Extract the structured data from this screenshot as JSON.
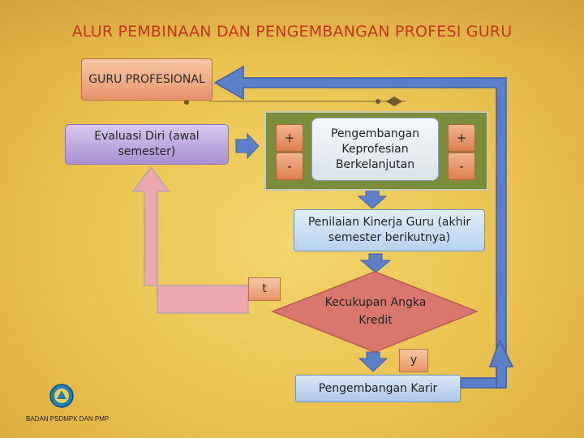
{
  "title": "ALUR PEMBINAAN DAN PENGEMBANGAN PROFESI GURU",
  "nodes": {
    "guru_profesional": "GURU PROFESIONAL",
    "evaluasi_diri": "Evaluasi Diri (awal semester)",
    "pengembangan": "Pengembangan Keprofesian Berkelanjutan",
    "plus_left": "+",
    "minus_left": "-",
    "plus_right": "+",
    "minus_right": "-",
    "penilaian": "Penilaian Kinerja Guru (akhir semester berikutnya)",
    "kecukupan": "Kecukupan Angka Kredit",
    "tidak": "t",
    "ya": "y",
    "karir": "Pengembangan Karir"
  },
  "footer": "BADAN PSDMPK DAN PMP",
  "colors": {
    "title": "#c8321e",
    "blue_arrow": "#5b7fc9",
    "pink_arrow": "#eba6ae",
    "green_panel": "#7b8c3b",
    "decision": "#d9776e"
  }
}
